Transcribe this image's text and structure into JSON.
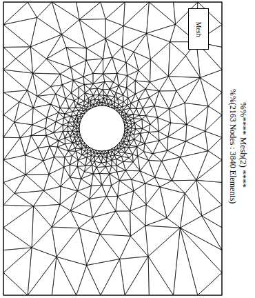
{
  "diagram": {
    "nodes": [
      {
        "text": [
          "Mesh"
        ]
      }
    ],
    "labels": [
      "%%**** Mesh(2) ****",
      "%%(2163 Nodes : 3840 Elements)"
    ]
  }
}
